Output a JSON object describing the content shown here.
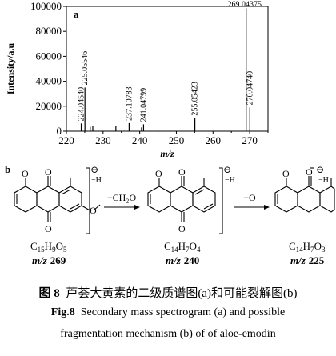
{
  "chart_data": {
    "type": "bar",
    "panel_label": "a",
    "xlabel": "m/z",
    "ylabel": "Intensity/a.u",
    "xlim": [
      220,
      275
    ],
    "ylim": [
      0,
      100000
    ],
    "x_ticks": [
      220,
      230,
      240,
      250,
      260,
      270
    ],
    "y_ticks": [
      0,
      20000,
      40000,
      60000,
      80000,
      100000
    ],
    "series": [
      {
        "peaks": [
          {
            "mz": 224.0454,
            "intensity": 6200,
            "label": "224.04540"
          },
          {
            "mz": 225.05546,
            "intensity": 35000,
            "label": "225.05546"
          },
          {
            "mz": 226.5,
            "intensity": 3500,
            "label": ""
          },
          {
            "mz": 227.2,
            "intensity": 4500,
            "label": ""
          },
          {
            "mz": 233.5,
            "intensity": 4000,
            "label": ""
          },
          {
            "mz": 237.10783,
            "intensity": 6500,
            "label": "237.10783"
          },
          {
            "mz": 240.5,
            "intensity": 3000,
            "label": ""
          },
          {
            "mz": 241.04799,
            "intensity": 5500,
            "label": "241.04799"
          },
          {
            "mz": 255.05423,
            "intensity": 10500,
            "label": "255.05423"
          },
          {
            "mz": 269.04375,
            "intensity": 98500,
            "label": "269.04375"
          },
          {
            "mz": 270.0474,
            "intensity": 19000,
            "label": "270.04740"
          }
        ]
      }
    ]
  },
  "scheme": {
    "panel_label": "b",
    "compounds": [
      {
        "formula_base": "C",
        "formula_parts": [
          [
            "C",
            "15"
          ],
          [
            "H",
            "9"
          ],
          [
            "O",
            "5"
          ]
        ],
        "mz_label": "m/z",
        "mz_value": "269"
      },
      {
        "formula_base": "C",
        "formula_parts": [
          [
            "C",
            "14"
          ],
          [
            "H",
            "7"
          ],
          [
            "O",
            "4"
          ]
        ],
        "mz_label": "m/z",
        "mz_value": "240"
      },
      {
        "formula_base": "C",
        "formula_parts": [
          [
            "C",
            "14"
          ],
          [
            "H",
            "7"
          ],
          [
            "O",
            "3"
          ]
        ],
        "mz_label": "m/z",
        "mz_value": "225"
      }
    ],
    "arrows": [
      {
        "label": "−CH₂O"
      },
      {
        "label": "−O"
      }
    ],
    "bracket_charge": "⊖",
    "bracket_h": "−H"
  },
  "caption": {
    "cn_fig": "图 8",
    "cn_text": "芦荟大黄素的二级质谱图(a)和可能裂解图(b)",
    "en_fig": "Fig.8",
    "en_line1": "Secondary mass spectrogram (a) and possible",
    "en_line2": "fragmentation mechanism (b) of of aloe-emodin"
  }
}
